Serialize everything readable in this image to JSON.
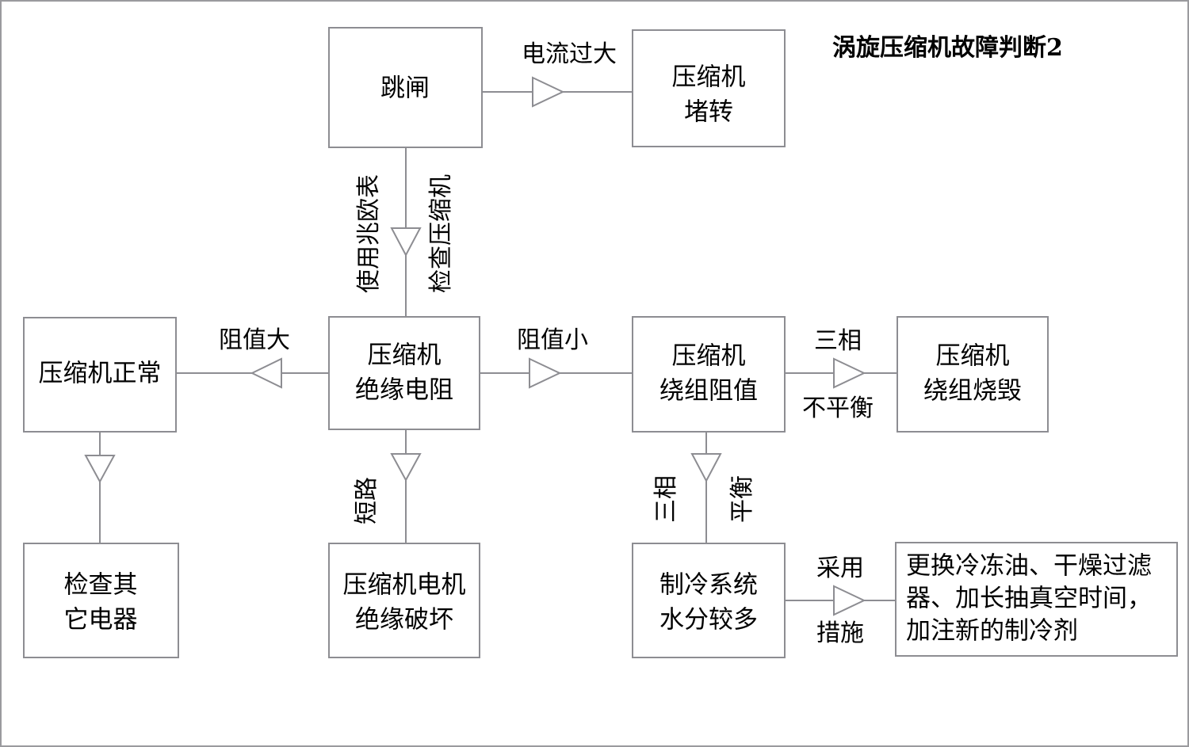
{
  "title": "涡旋压缩机故障判断2",
  "diagram": {
    "type": "flowchart",
    "nodes": {
      "trip": {
        "label": "跳闸",
        "lines": [
          "跳闸"
        ]
      },
      "compressor_stall": {
        "label": "压缩机堵转",
        "lines": [
          "压缩机",
          "堵转"
        ]
      },
      "insulation_resistance": {
        "label": "压缩机绝缘电阻",
        "lines": [
          "压缩机",
          "绝缘电阻"
        ]
      },
      "compressor_normal": {
        "label": "压缩机正常",
        "lines": [
          "压缩机正常"
        ]
      },
      "winding_resistance": {
        "label": "压缩机绕组阻值",
        "lines": [
          "压缩机",
          "绕组阻值"
        ]
      },
      "winding_burned": {
        "label": "压缩机绕组烧毁",
        "lines": [
          "压缩机",
          "绕组烧毁"
        ]
      },
      "check_other": {
        "label": "检查其它电器",
        "lines": [
          "检查其",
          "它电器"
        ]
      },
      "motor_insulation_damage": {
        "label": "压缩机电机绝缘破坏",
        "lines": [
          "压缩机电机",
          "绝缘破坏"
        ]
      },
      "system_moisture": {
        "label": "制冷系统水分较多",
        "lines": [
          "制冷系统",
          "水分较多"
        ]
      },
      "remedy": {
        "label": "更换冷冻油、干燥过滤器、加长抽真空时间，加注新的制冷剂",
        "lines": [
          "更换冷冻油、干燥过滤",
          "器、加长抽真空时间，",
          "加注新的制冷剂"
        ]
      }
    },
    "edges": [
      {
        "id": "trip-to-stall",
        "from": "trip",
        "to": "compressor_stall",
        "label": "电流过大",
        "orientation": "horizontal"
      },
      {
        "id": "trip-to-insulation",
        "from": "trip",
        "to": "insulation_resistance",
        "label_left": "使用兆欧表",
        "label_right": "检查压缩机",
        "orientation": "vertical"
      },
      {
        "id": "insulation-to-normal",
        "from": "insulation_resistance",
        "to": "compressor_normal",
        "label": "阻值大",
        "orientation": "horizontal"
      },
      {
        "id": "insulation-to-winding",
        "from": "insulation_resistance",
        "to": "winding_resistance",
        "label": "阻值小",
        "orientation": "horizontal"
      },
      {
        "id": "normal-to-check-other",
        "from": "compressor_normal",
        "to": "check_other",
        "label": "",
        "orientation": "vertical"
      },
      {
        "id": "insulation-to-motor-damage",
        "from": "insulation_resistance",
        "to": "motor_insulation_damage",
        "label": "短路",
        "orientation": "vertical"
      },
      {
        "id": "winding-to-burned",
        "from": "winding_resistance",
        "to": "winding_burned",
        "label_top": "三相",
        "label_bottom": "不平衡",
        "orientation": "horizontal"
      },
      {
        "id": "winding-to-moisture",
        "from": "winding_resistance",
        "to": "system_moisture",
        "label_left": "三相",
        "label_right": "平衡",
        "orientation": "vertical"
      },
      {
        "id": "moisture-to-remedy",
        "from": "system_moisture",
        "to": "remedy",
        "label_top": "采用",
        "label_bottom": "措施",
        "orientation": "horizontal"
      }
    ],
    "labels": {
      "current_too_high": "电流过大",
      "use_megohmmeter": "使用兆欧表",
      "check_compressor": "检查压缩机",
      "resistance_high": "阻值大",
      "resistance_low": "阻值小",
      "short_circuit": "短路",
      "three_phase": "三相",
      "unbalanced": "不平衡",
      "three_phase_2": "三相",
      "balanced": "平衡",
      "adopt": "采用",
      "measures": "措施"
    },
    "colors": {
      "stroke": "#8d8d92",
      "text": "#000000",
      "background": "#ffffff",
      "frame": "#9a9a9e"
    }
  }
}
